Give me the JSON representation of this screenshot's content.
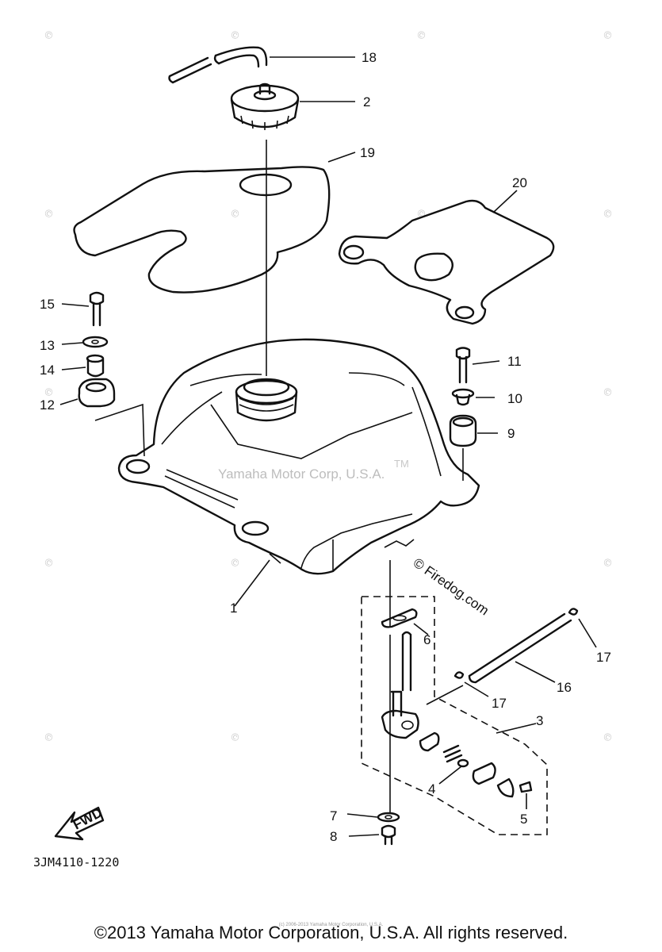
{
  "callouts": {
    "c1": "1",
    "c2": "2",
    "c3": "3",
    "c4": "4",
    "c5": "5",
    "c6": "6",
    "c7": "7",
    "c8": "8",
    "c9": "9",
    "c10": "10",
    "c11": "11",
    "c12": "12",
    "c13": "13",
    "c14": "14",
    "c15": "15",
    "c16": "16",
    "c17a": "17",
    "c17b": "17",
    "c18": "18",
    "c19": "19",
    "c20": "20"
  },
  "direction_label": "FWD",
  "diagram_code": "3JM4110-1220",
  "watermark_center": "Yamaha Motor Corp, U.S.A.",
  "watermark_center_tm": "TM",
  "watermark_site": "© Firedog.com",
  "tiny_note": "(c) 2006-2013 Yamaha Motor Corporation, U.S.A.",
  "copyright": "©2013 Yamaha Motor Corporation, U.S.A. All rights reserved."
}
